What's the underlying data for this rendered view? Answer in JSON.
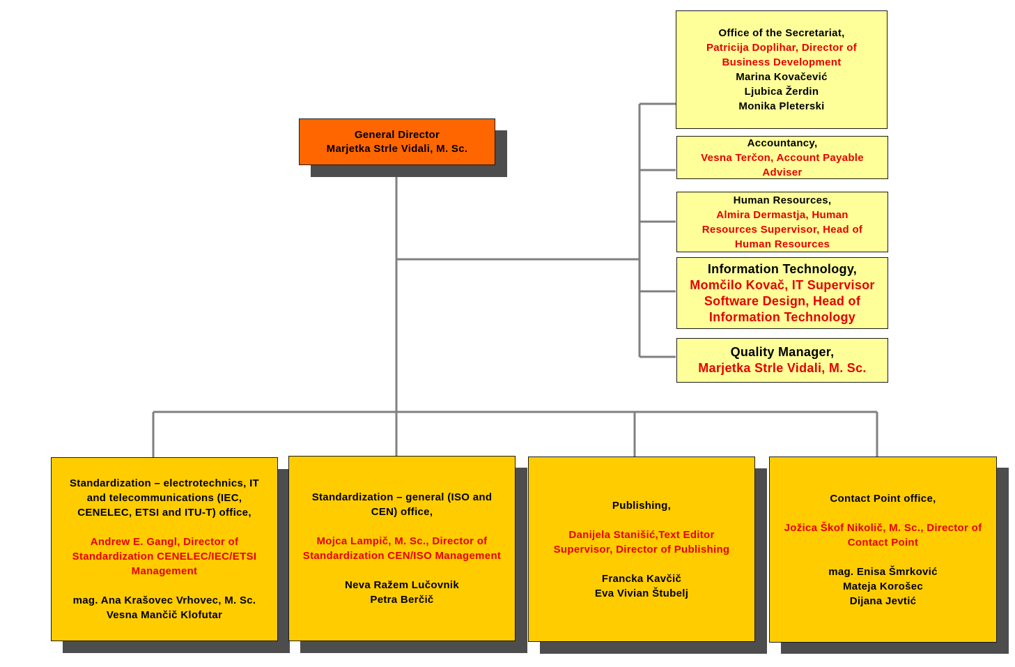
{
  "general_director": {
    "title": "General Director",
    "name": "Marjetka Strle Vidali, M. Sc."
  },
  "offices": [
    {
      "title": "Office of the Secretariat,",
      "head_lines": [
        "Patricija Doplihar, Director of",
        "Business Development"
      ],
      "staff": [
        "Marina Kovačević",
        "Ljubica Žerdin",
        "Monika Pleterski"
      ]
    },
    {
      "title": "Accountancy,",
      "head_lines": [
        "Vesna Terčon, Account Payable",
        "Adviser"
      ],
      "staff": []
    },
    {
      "title": "Human Resources,",
      "head_lines": [
        "Almira Dermastja, Human",
        "Resources Supervisor, Head of",
        "Human Resources"
      ],
      "staff": []
    },
    {
      "title": "Information Technology,",
      "head_lines": [
        "Momčilo Kovač, IT Supervisor",
        "Software Design, Head of",
        "Information Technology"
      ],
      "staff": []
    },
    {
      "title": "Quality Manager,",
      "head_lines": [
        "Marjetka Strle Vidali, M. Sc."
      ],
      "staff": []
    }
  ],
  "departments": [
    {
      "title_lines": [
        "Standardization – electrotechnics, IT",
        "and telecommunications (IEC,",
        "CENELEC, ETSI and ITU-T) office,"
      ],
      "head_lines": [
        "Andrew E. Gangl, Director of",
        "Standardization CENELEC/IEC/ETSI",
        "Management"
      ],
      "staff": [
        "mag. Ana Krašovec Vrhovec, M. Sc.",
        "Vesna Mančič Klofutar"
      ]
    },
    {
      "title_lines": [
        "Standardization – general (ISO and",
        "CEN) office,"
      ],
      "head_lines": [
        "Mojca Lampič, M. Sc., Director of",
        "Standardization CEN/ISO Management"
      ],
      "staff": [
        "Neva Ražem Lučovnik",
        "Petra Berčič"
      ]
    },
    {
      "title_lines": [
        "Publishing,"
      ],
      "head_lines": [
        "Danijela Stanišić,Text Editor",
        "Supervisor, Director of Publishing"
      ],
      "staff": [
        "Francka Kavčič",
        "Eva Vivian Štubelj"
      ]
    },
    {
      "title_lines": [
        "Contact Point office,"
      ],
      "head_lines": [
        "Jožica Škof Nikolič, M. Sc., Director of",
        "Contact Point"
      ],
      "staff": [
        "mag. Enisa Šmrković",
        "Mateja Korošec",
        "Dijana Jevtić"
      ]
    }
  ],
  "colors": {
    "general_director_fill": "#ff6600",
    "office_fill": "#ffff99",
    "department_fill": "#ffcc00",
    "head_text": "#e60000",
    "connector": "#808080",
    "shadow": "#4d4d4d"
  }
}
